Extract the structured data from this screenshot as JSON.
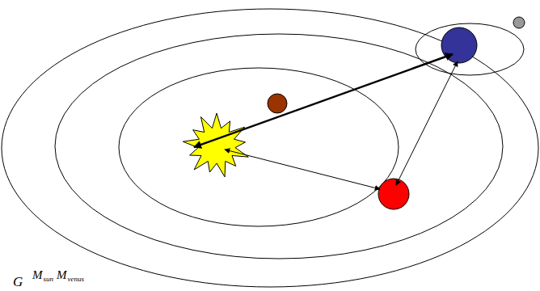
{
  "diagram": {
    "labels": [
      "G",
      "M",
      "sun",
      "M",
      "venus"
    ]
  }
}
